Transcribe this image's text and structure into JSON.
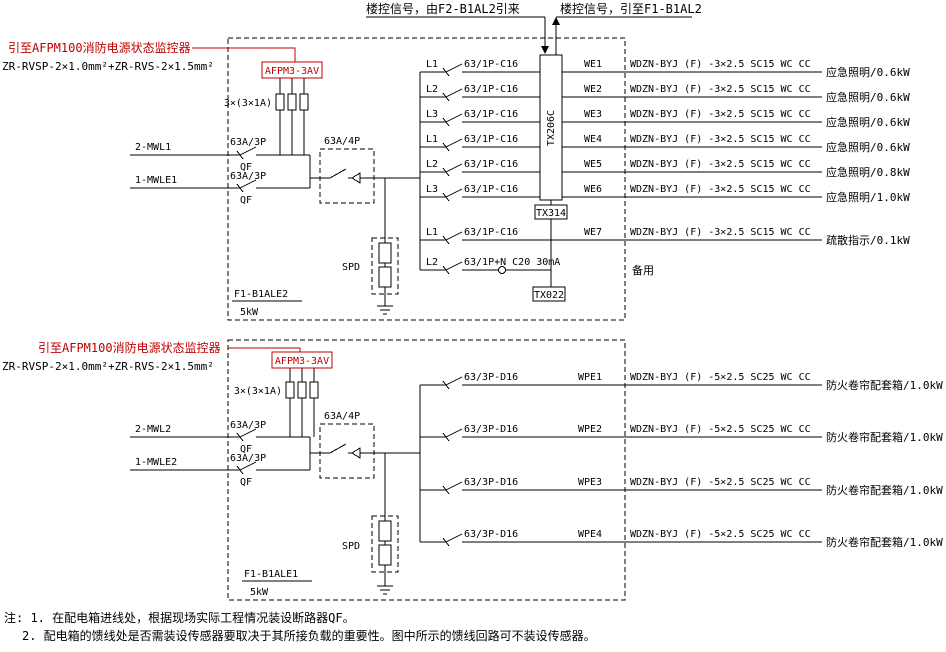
{
  "header": {
    "signal_in": "楼控信号，由F2-B1AL2引来",
    "signal_out": "楼控信号，引至F1-B1AL2"
  },
  "panel_top": {
    "monitor_link": "引至AFPM100消防电源状态监控器",
    "monitor_cable": "ZR-RVSP-2×1.0mm²+ZR-RVS-2×1.5mm²",
    "afpm_module": "AFPM3-3AV",
    "ct_label": "3×(3×1A)",
    "main_breaker": "63A/4P",
    "spd_label": "SPD",
    "panel_name": "F1-B1ALE2",
    "panel_power": "5kW",
    "incoming": [
      {
        "feeder": "2-MWL1",
        "breaker": "63A/3P",
        "device": "QF"
      },
      {
        "feeder": "1-MWLE1",
        "breaker": "63A/3P",
        "device": "QF"
      }
    ],
    "modules": {
      "bus_module": "TX206C",
      "module2": "TX314",
      "module3": "TX022"
    },
    "circuits": [
      {
        "phase": "L1",
        "breaker": "63/1P-C16",
        "wire": "WE1",
        "cable": "WDZN-BYJ (F) -3×2.5 SC15 WC CC",
        "load": "应急照明/0.6kW"
      },
      {
        "phase": "L2",
        "breaker": "63/1P-C16",
        "wire": "WE2",
        "cable": "WDZN-BYJ (F) -3×2.5 SC15 WC CC",
        "load": "应急照明/0.6kW"
      },
      {
        "phase": "L3",
        "breaker": "63/1P-C16",
        "wire": "WE3",
        "cable": "WDZN-BYJ (F) -3×2.5 SC15 WC CC",
        "load": "应急照明/0.6kW"
      },
      {
        "phase": "L1",
        "breaker": "63/1P-C16",
        "wire": "WE4",
        "cable": "WDZN-BYJ (F) -3×2.5 SC15 WC CC",
        "load": "应急照明/0.6kW"
      },
      {
        "phase": "L2",
        "breaker": "63/1P-C16",
        "wire": "WE5",
        "cable": "WDZN-BYJ (F) -3×2.5 SC15 WC CC",
        "load": "应急照明/0.8kW"
      },
      {
        "phase": "L3",
        "breaker": "63/1P-C16",
        "wire": "WE6",
        "cable": "WDZN-BYJ (F) -3×2.5 SC15 WC CC",
        "load": "应急照明/1.0kW"
      },
      {
        "phase": "L1",
        "breaker": "63/1P-C16",
        "wire": "WE7",
        "cable": "WDZN-BYJ (F) -3×2.5 SC15 WC CC",
        "load": "疏散指示/0.1kW"
      },
      {
        "phase": "L2",
        "breaker": "63/1P+N C20 30mA",
        "load": "备用"
      }
    ]
  },
  "panel_bottom": {
    "monitor_link": "引至AFPM100消防电源状态监控器",
    "monitor_cable": "ZR-RVSP-2×1.0mm²+ZR-RVS-2×1.5mm²",
    "afpm_module": "AFPM3-3AV",
    "ct_label": "3×(3×1A)",
    "main_breaker": "63A/4P",
    "spd_label": "SPD",
    "panel_name": "F1-B1ALE1",
    "panel_power": "5kW",
    "incoming": [
      {
        "feeder": "2-MWL2",
        "breaker": "63A/3P",
        "device": "QF"
      },
      {
        "feeder": "1-MWLE2",
        "breaker": "63A/3P",
        "device": "QF"
      }
    ],
    "circuits": [
      {
        "breaker": "63/3P-D16",
        "wire": "WPE1",
        "cable": "WDZN-BYJ (F) -5×2.5 SC25 WC CC",
        "load": "防火卷帘配套箱/1.0kW"
      },
      {
        "breaker": "63/3P-D16",
        "wire": "WPE2",
        "cable": "WDZN-BYJ (F) -5×2.5 SC25 WC CC",
        "load": "防火卷帘配套箱/1.0kW"
      },
      {
        "breaker": "63/3P-D16",
        "wire": "WPE3",
        "cable": "WDZN-BYJ (F) -5×2.5 SC25 WC CC",
        "load": "防火卷帘配套箱/1.0kW"
      },
      {
        "breaker": "63/3P-D16",
        "wire": "WPE4",
        "cable": "WDZN-BYJ (F) -5×2.5 SC25 WC CC",
        "load": "防火卷帘配套箱/1.0kW"
      }
    ]
  },
  "notes": {
    "line1": "注: 1. 在配电箱进线处，根据现场实际工程情况装设断路器QF。",
    "line2": "2. 配电箱的馈线处是否需装设传感器要取决于其所接负载的重要性。图中所示的馈线回路可不装设传感器。"
  },
  "colors": {
    "accent_red": "#c00000",
    "line_black": "#000000"
  }
}
